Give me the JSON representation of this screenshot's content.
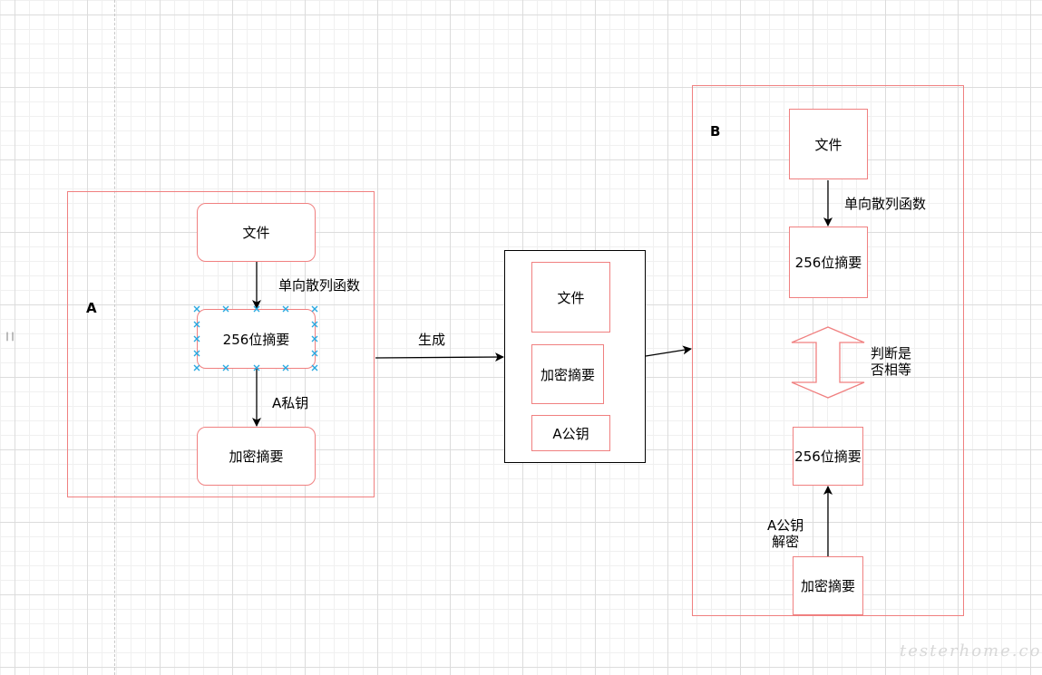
{
  "canvas": {
    "edge_mark": "||"
  },
  "left_panel": {
    "label": "A",
    "file": "文件",
    "hash_func": "单向散列函数",
    "digest": "256位摘要",
    "private_key": "A私钥",
    "encrypted_digest": "加密摘要"
  },
  "middle": {
    "generate": "生成",
    "file": "文件",
    "encrypted_digest": "加密摘要",
    "public_key": "A公钥"
  },
  "right_panel": {
    "label": "B",
    "file": "文件",
    "hash_func": "单向散列函数",
    "digest_top": "256位摘要",
    "compare": "判断是\n否相等",
    "digest_bottom": "256位摘要",
    "decrypt": "A公钥\n解密",
    "encrypted_digest": "加密摘要"
  },
  "watermark": "testerhome.com",
  "colors": {
    "shape_stroke": "#f08080",
    "edge": "#000000",
    "selection_handle": "#29a8e0"
  }
}
